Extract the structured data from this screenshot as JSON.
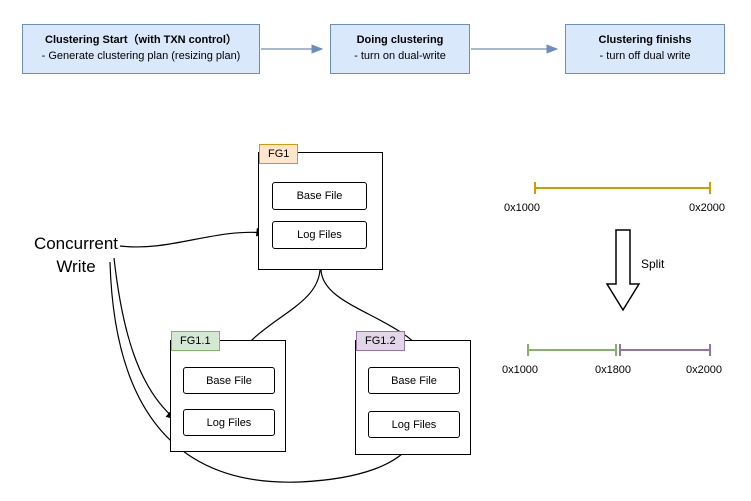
{
  "flowchart": {
    "steps": [
      {
        "title": "Clustering Start（with TXN control）",
        "subtitle": "- Generate clustering plan (resizing plan)"
      },
      {
        "title": "Doing clustering",
        "subtitle": "- turn on dual-write"
      },
      {
        "title": "Clustering finishs",
        "subtitle": "- turn off dual write"
      }
    ]
  },
  "file_groups": {
    "fg1": {
      "label": "FG1",
      "base_file": "Base File",
      "log_files": "Log Files"
    },
    "fg1_1": {
      "label": "FG1.1",
      "base_file": "Base File",
      "log_files": "Log Files"
    },
    "fg1_2": {
      "label": "FG1.2",
      "base_file": "Base File",
      "log_files": "Log Files"
    }
  },
  "labels": {
    "concurrent_write": "Concurrent Write",
    "split": "Split"
  },
  "timelines": {
    "top": {
      "start": "0x1000",
      "end": "0x2000"
    },
    "bottom": {
      "start": "0x1000",
      "mid": "0x1800",
      "end": "0x2000"
    }
  },
  "colors": {
    "flow_fill": "#dae8fc",
    "flow_stroke": "#6c8ebf",
    "fg1_fill": "#ffe6cc",
    "fg1_stroke": "#d79b00",
    "fg11_fill": "#d5e8d4",
    "fg11_stroke": "#82b366",
    "fg12_fill": "#e1d5e7",
    "fg12_stroke": "#9673a6",
    "timeline_top": "#d79b00",
    "timeline_bottom_left": "#82b366",
    "timeline_bottom_right": "#9673a6",
    "connector": "#000000"
  }
}
